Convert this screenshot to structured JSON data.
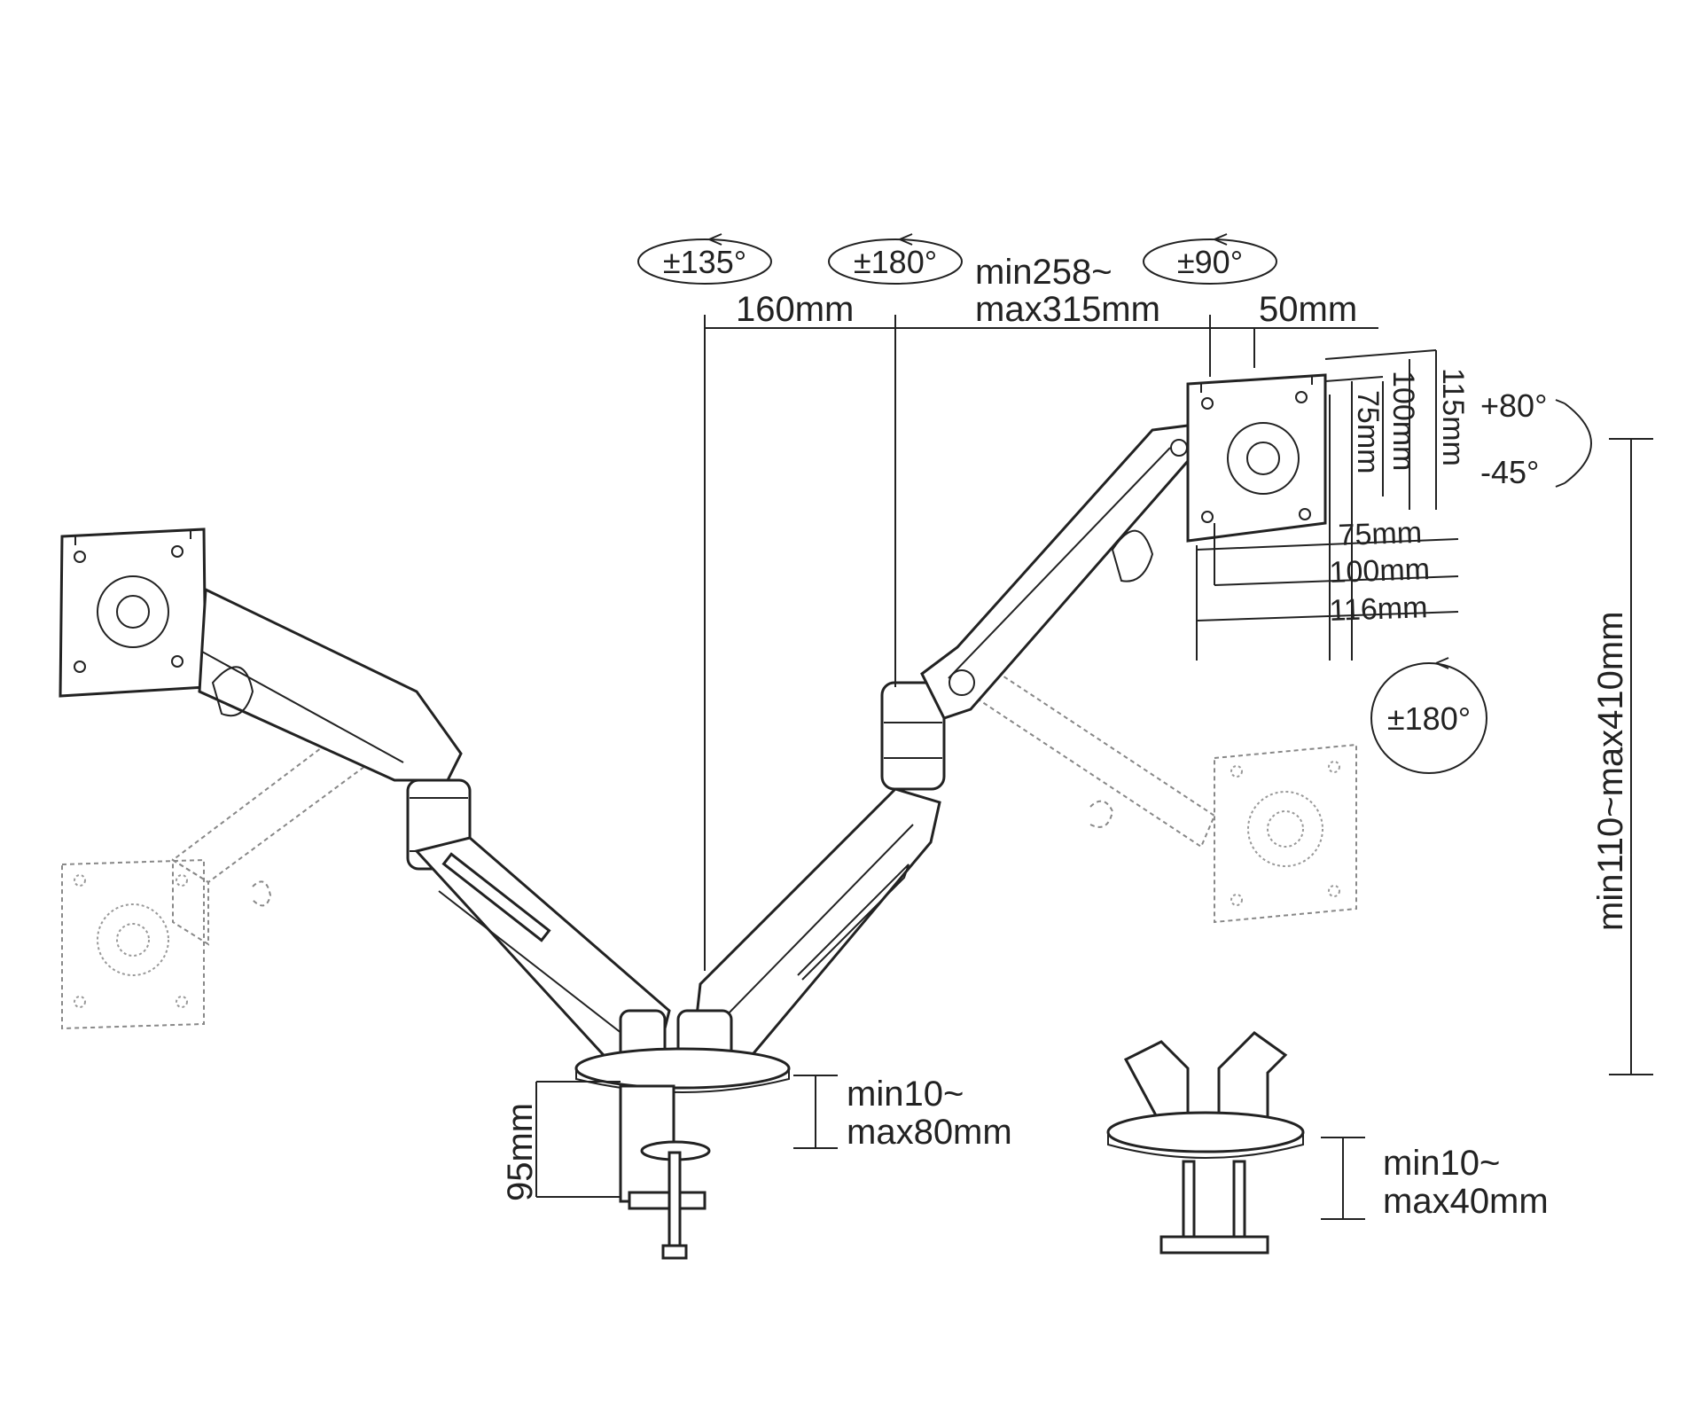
{
  "labels": {
    "rot_135": "±135°",
    "rot_180_top": "±180°",
    "rot_90": "±90°",
    "extension_line1": "min258~",
    "extension_line2": "max315mm",
    "dim_160": "160mm",
    "dim_50": "50mm",
    "vesa_115": "115mm",
    "vesa_100_v": "100mm",
    "vesa_75_v": "75mm",
    "tilt_up": "+80°",
    "tilt_down": "-45°",
    "vesa_75_h": "75mm",
    "vesa_100_h": "100mm",
    "vesa_116_h": "116mm",
    "rot_180_side": "±180°",
    "height_range": "min110~max410mm",
    "clamp_95": "95mm",
    "clamp_line1": "min10~",
    "clamp_line2": "max80mm",
    "grommet_line1": "min10~",
    "grommet_line2": "max40mm"
  },
  "colors": {
    "line": "#222222",
    "ghost": "#888888",
    "background": "#ffffff"
  }
}
